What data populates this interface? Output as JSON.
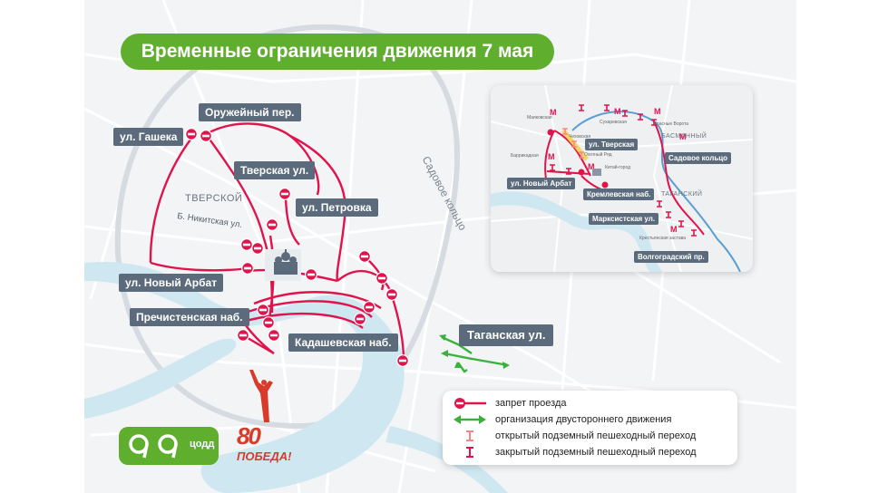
{
  "title": "Временные ограничения движения 7 мая",
  "labels": {
    "oruzheyny": "Оружейный пер.",
    "gashek": "ул. Гашека",
    "tverskaya": "Тверская ул.",
    "petrovka": "ул. Петровка",
    "noviy_arbat": "ул. Новый Арбат",
    "prechistenskaya": "Пречистенская наб.",
    "kadashevskaya": "Кадашевская наб.",
    "taganskaya": "Таганская ул."
  },
  "areas": {
    "tverskoy": "ТВЕРСКОЙ"
  },
  "streets": {
    "nikitskaya": "Б. Никитская ул.",
    "sadovoe": "Садовое кольцо"
  },
  "inset": {
    "labels": {
      "tverskaya": "ул. Тверская",
      "sadovoe_koltso": "Садовое кольцо",
      "noviy_arbat": "ул. Новый Арбат",
      "kremlevskaya": "Кремлевская наб.",
      "marksistskaya": "Марксистская ул.",
      "volgogradsky": "Волгоградский пр."
    },
    "areas": {
      "basmanny": "БАСМАННЫЙ",
      "tagansky": "ТАГАНСКИЙ"
    },
    "stations": {
      "mayakovskaya": "Маяковская",
      "sukharevskaya": "Сухаревская",
      "krasnye_vorota": "Красные Ворота",
      "chekhovskaya": "Чеховская",
      "okhotny_ryad": "Охотный Ряд",
      "kitay_gorod": "Китай-город",
      "barrikadnaya": "Баррикадная",
      "krestyanskaya": "Крестьянская застава"
    }
  },
  "legend": [
    {
      "symbol": "no-entry",
      "text": "запрет проезда"
    },
    {
      "symbol": "two-way-arrow",
      "text": "организация двустороннего движения"
    },
    {
      "symbol": "open-underpass",
      "text": "открытый подземный пешеходный переход"
    },
    {
      "symbol": "closed-underpass",
      "text": "закрытый подземный пешеходный переход"
    }
  ],
  "logos": {
    "tsodd": "цодд",
    "victory_number": "80",
    "victory_word": "ПОБЕДА!"
  },
  "colors": {
    "restriction": "#e0144c",
    "two_way": "#3bb03b",
    "brand_green": "#5fae2e",
    "label_bg": "#5b6b7b",
    "river": "#cfe7f1",
    "metro_line": "#5a9fd4",
    "open_underpass": "#f08a8a",
    "closed_underpass": "#e0144c"
  }
}
